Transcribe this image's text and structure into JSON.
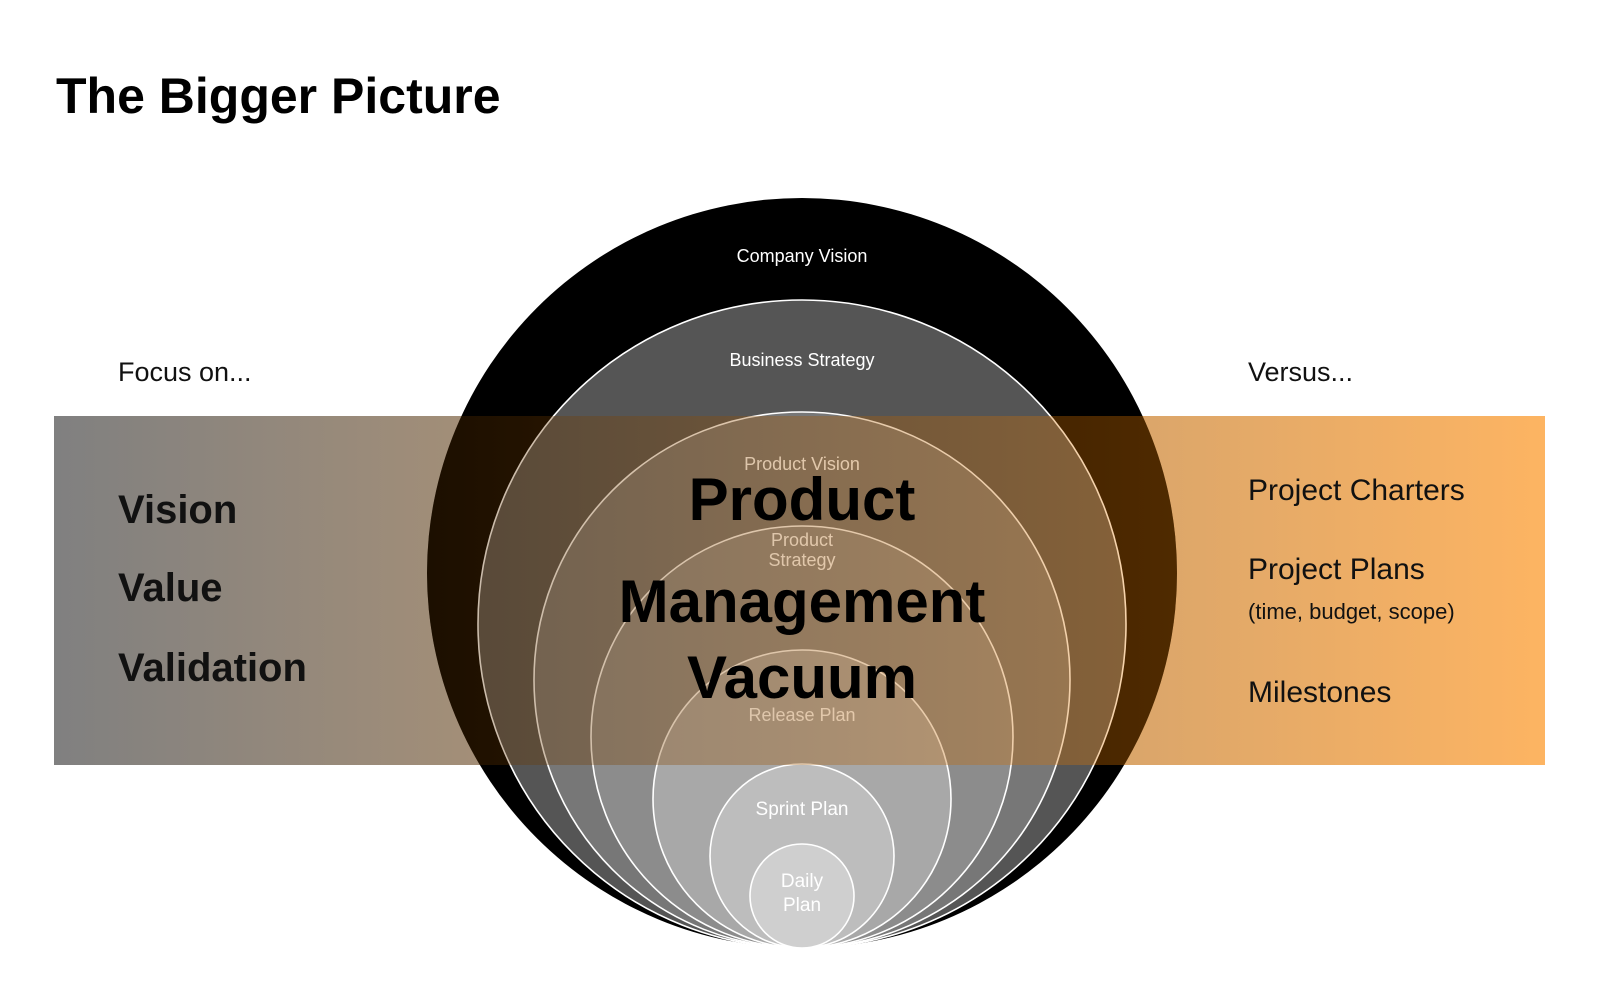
{
  "title": "The Bigger Picture",
  "left": {
    "heading": "Focus on...",
    "items": [
      "Vision",
      "Value",
      "Validation"
    ]
  },
  "right": {
    "heading": "Versus...",
    "items": [
      "Project Charters",
      "Project Plans",
      "(time, budget, scope)",
      "Milestones"
    ]
  },
  "center": {
    "lines": [
      "Product",
      "Management",
      "Vacuum"
    ]
  },
  "circles": [
    {
      "label": "Company Vision",
      "fill": "#000000"
    },
    {
      "label": "Business Strategy",
      "fill": "#555555"
    },
    {
      "label": "Product Vision",
      "fill": "#777777"
    },
    {
      "label_lines": [
        "Product",
        "Strategy"
      ],
      "fill": "#8c8c8c"
    },
    {
      "label": "Release Plan",
      "fill": "#a8a8a8"
    },
    {
      "label": "Sprint Plan",
      "fill": "#bdbdbd"
    },
    {
      "label_lines": [
        "Daily",
        "Plan"
      ],
      "fill": "#cfcfcf"
    }
  ],
  "colors": {
    "band_start": "#808080",
    "band_end": "#fdb462",
    "text": "#000000",
    "circle_label": "#ffffff"
  }
}
